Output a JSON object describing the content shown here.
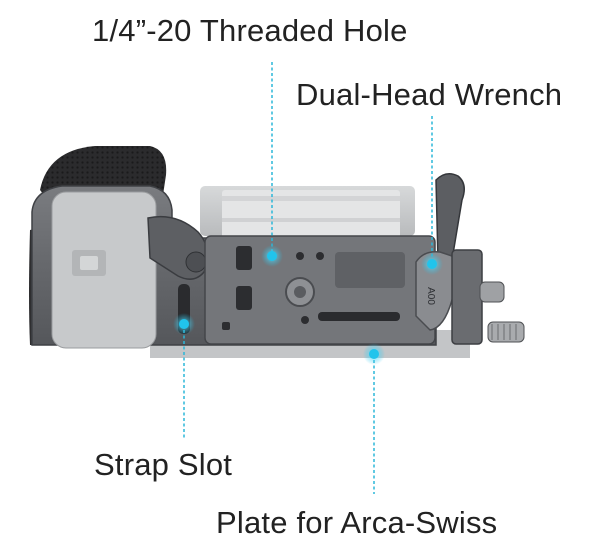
{
  "callouts": {
    "threaded_hole": "1/4”-20 Threaded Hole",
    "wrench": "Dual-Head Wrench",
    "strap_slot": "Strap Slot",
    "arca_plate": "Plate for Arca-Swiss"
  },
  "plate_engraving": "A00",
  "colors": {
    "callout_line": "#2bb7d9",
    "callout_dot": "#21c4ec",
    "cage_metal": "#6e7074",
    "cage_dark": "#3f4145",
    "camera_body": "#c9cbcc",
    "lens_mount": "#e6e7e8",
    "grip": "#2a2a2c",
    "text": "#222222"
  }
}
